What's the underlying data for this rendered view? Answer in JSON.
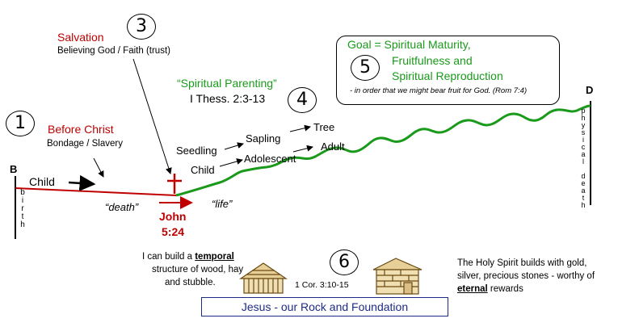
{
  "markers": {
    "m1": "1",
    "m3": "3",
    "m4": "4",
    "m5": "5",
    "m6": "6"
  },
  "salvation": {
    "title": "Salvation",
    "subtitle": "Believing God / Faith (trust)"
  },
  "before_christ": {
    "title": "Before Christ",
    "subtitle": "Bondage / Slavery"
  },
  "parenting": {
    "title": "“Spiritual Parenting”",
    "ref": "I Thess. 2:3-13"
  },
  "goal": {
    "line1": "Goal = Spiritual Maturity,",
    "line2": "Fruitfulness  and",
    "line3": "Spiritual Reproduction",
    "note": "- in order that we might bear fruit for God.  (Rom 7:4)"
  },
  "points": {
    "b": "B",
    "d": "D"
  },
  "vertical": {
    "birth": "birth",
    "physical_death": "physical death"
  },
  "stages": {
    "child_left": "Child",
    "seedling": "Seedling",
    "sapling": "Sapling",
    "tree": "Tree",
    "child": "Child",
    "adolescent": "Adolescent",
    "adult": "Adult"
  },
  "labels": {
    "death": "“death”",
    "life": "“life”",
    "john": "John",
    "john_ref": "5:24"
  },
  "build": {
    "temporal_l1a": "I can build a ",
    "temporal_l1b": "temporal",
    "temporal_l2": "structure of wood, hay",
    "temporal_l3": "and stubble.",
    "cor_ref": "1 Cor. 3:10-15",
    "eternal_l1": "The Holy Spirit builds with gold,",
    "eternal_l2": "silver, precious stones - worthy of",
    "eternal_l3a": "eternal",
    "eternal_l3b": " rewards"
  },
  "foundation": "Jesus - our Rock and Foundation",
  "colors": {
    "red": "#c00000",
    "green": "#1a9a1a",
    "navy": "#1e2b86"
  }
}
